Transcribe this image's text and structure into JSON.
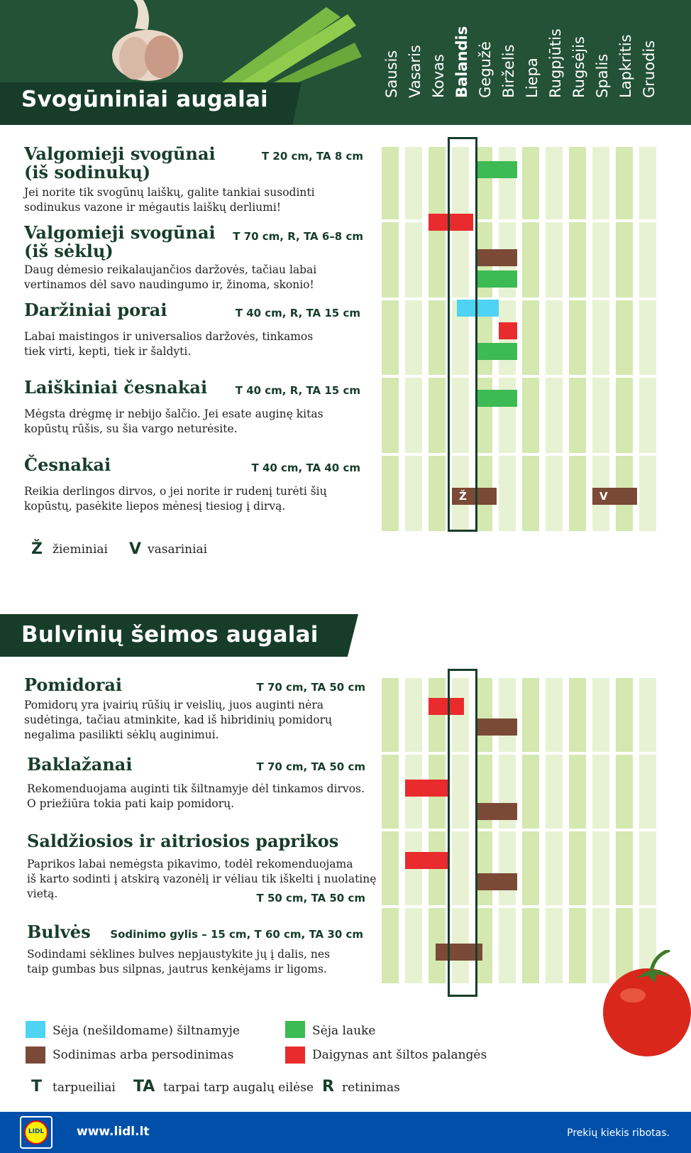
{
  "section1": {
    "title": "Svogūniniai augalai",
    "months": [
      "Sausis",
      "Vasaris",
      "Kovas",
      "Balandis",
      "Gegužė",
      "Birželis",
      "Liepa",
      "Rugpjūtis",
      "Rugsėjis",
      "Spalis",
      "Lapkritis",
      "Gruodis"
    ],
    "current_month": "Balandis",
    "crops": [
      {
        "name_line1": "Valgomieji svogūnai",
        "name_line2": "(iš sodinukų)",
        "spec": "T 20 cm, TA 8 cm",
        "desc_line1": "Jei norite tik svogūnų laiškų, galite tankiai susodinti",
        "desc_line2": "sodinukus vazone ir mėgautis laiškų derliumi!"
      },
      {
        "name_line1": "Valgomieji svogūnai",
        "name_line2": "(iš sėklų)",
        "spec": "T 70 cm, R, TA 6–8 cm",
        "desc_line1": "Daug dėmesio reikalaujančios daržovės, tačiau labai",
        "desc_line2": "vertinamos dėl savo naudingumo ir, žinoma, skonio!"
      },
      {
        "name_line1": "Daržiniai porai",
        "spec": "T 40 cm, R, TA 15 cm",
        "desc_line1": "Labai maistingos ir universalios daržovės, tinkamos",
        "desc_line2": "tiek virti, kepti, tiek ir šaldyti."
      },
      {
        "name_line1": "Laiškiniai česnakai",
        "spec": "T 40 cm, R, TA 15 cm",
        "desc_line1": "Mėgsta drėgmę ir nebijo šalčio. Jei esate auginę kitas",
        "desc_line2": "kopūstų rūšis, su šia vargo neturėsite."
      },
      {
        "name_line1": "Česnakai",
        "spec": "T 40 cm, TA 40 cm",
        "desc_line1": "Reikia derlingos dirvos, o jei norite ir rudenį turėti šių",
        "desc_line2": "kopūstų, pasėkite liepos mėnesį tiesiog į dirvą."
      }
    ],
    "bars": [
      {
        "crop": 0,
        "type": "outdoor",
        "start_month": 4.0,
        "end_month": 5.8
      },
      {
        "crop": 1,
        "type": "windowsill",
        "start_month": 2.0,
        "end_month": 3.9
      },
      {
        "crop": 1,
        "type": "transplant",
        "start_month": 4.0,
        "end_month": 5.8
      },
      {
        "crop": 1,
        "type": "outdoor",
        "start_month": 4.0,
        "end_month": 5.8
      },
      {
        "crop": 2,
        "type": "greenhouse",
        "start_month": 3.2,
        "end_month": 5.0
      },
      {
        "crop": 2,
        "type": "windowsill",
        "start_month": 5.0,
        "end_month": 5.8
      },
      {
        "crop": 2,
        "type": "outdoor",
        "start_month": 4.0,
        "end_month": 5.8
      },
      {
        "crop": 3,
        "type": "outdoor",
        "start_month": 4.0,
        "end_month": 5.8
      },
      {
        "crop": 4,
        "type": "transplant",
        "start_month": 3.0,
        "end_month": 4.9,
        "label": "Ž"
      },
      {
        "crop": 4,
        "type": "transplant",
        "start_month": 9.0,
        "end_month": 10.9,
        "label": "V"
      }
    ],
    "legend": [
      {
        "symbol": "Ž",
        "text": "žieminiai"
      },
      {
        "symbol": "V",
        "text": "vasariniai"
      }
    ]
  },
  "section2": {
    "title": "Bulvinių šeimos augalai",
    "crops": [
      {
        "name": "Pomidorai",
        "spec": "T 70 cm, TA 50 cm",
        "desc_line1": "Pomidorų yra įvairių rūšių ir veislių, juos auginti nėra",
        "desc_line2": "sudėtinga, tačiau atminkite, kad iš hibridinių pomidorų",
        "desc_line3": "negalima pasilikti sėklų auginimui."
      },
      {
        "name": "Baklažanai",
        "spec": "T 70 cm, TA 50 cm",
        "desc_line1": "Rekomenduojama auginti tik šiltnamyje dėl tinkamos dirvos.",
        "desc_line2": "O priežiūra tokia pati kaip pomidorų."
      },
      {
        "name": "Saldžiosios ir aitriosios paprikos",
        "spec": "T 50 cm, TA 50 cm",
        "desc_line1": "Paprikos labai nemėgsta pikavimo, todėl rekomenduojama",
        "desc_line2": "iš karto sodinti į atskirą vazonėlį ir vėliau tik iškelti į nuolatinę",
        "desc_line3": "vietą."
      },
      {
        "name": "Bulvės",
        "spec": "Sodinimo gylis – 15 cm, T 60 cm, TA 30 cm",
        "desc_line1": "Sodindami sėklines bulves nepjaustykite jų į dalis, nes",
        "desc_line2": "taip gumbas bus silpnas, jautrus kenkėjams ir ligoms."
      }
    ],
    "bars": [
      {
        "crop": 0,
        "type": "windowsill",
        "start_month": 2.0,
        "end_month": 3.5
      },
      {
        "crop": 0,
        "type": "transplant",
        "start_month": 4.0,
        "end_month": 5.8
      },
      {
        "crop": 1,
        "type": "windowsill",
        "start_month": 1.0,
        "end_month": 2.9
      },
      {
        "crop": 1,
        "type": "transplant",
        "start_month": 4.0,
        "end_month": 5.8
      },
      {
        "crop": 2,
        "type": "windowsill",
        "start_month": 1.0,
        "end_month": 2.9
      },
      {
        "crop": 2,
        "type": "transplant",
        "start_month": 4.0,
        "end_month": 5.8
      },
      {
        "crop": 3,
        "type": "transplant",
        "start_month": 2.3,
        "end_month": 4.3
      }
    ]
  },
  "legend": {
    "items": [
      {
        "key": "greenhouse",
        "text": "Sėja (nešildomame) šiltnamyje",
        "color": "#4fd3f5"
      },
      {
        "key": "outdoor",
        "text": "Sėja lauke",
        "color": "#3cba54"
      },
      {
        "key": "transplant",
        "text": "Sodinimas arba persodinimas",
        "color": "#7b4a36"
      },
      {
        "key": "windowsill",
        "text": "Daigynas ant šiltos palangės",
        "color": "#e92b2e"
      }
    ],
    "abbr": [
      {
        "symbol": "T",
        "text": "tarpueiliai"
      },
      {
        "symbol": "TA",
        "text": "tarpai tarp augalų eilėse"
      },
      {
        "symbol": "R",
        "text": "retinimas"
      }
    ]
  },
  "footer": {
    "logo_text": "LIDL",
    "url": "www.lidl.lt",
    "note": "Prekių kiekis ribotas."
  },
  "colors": {
    "dark_green": "#173d2a",
    "header_green": "#235236",
    "column_green": "#d4e8b0",
    "column_light": "#e7f2d2",
    "footer_blue": "#0050aa"
  }
}
